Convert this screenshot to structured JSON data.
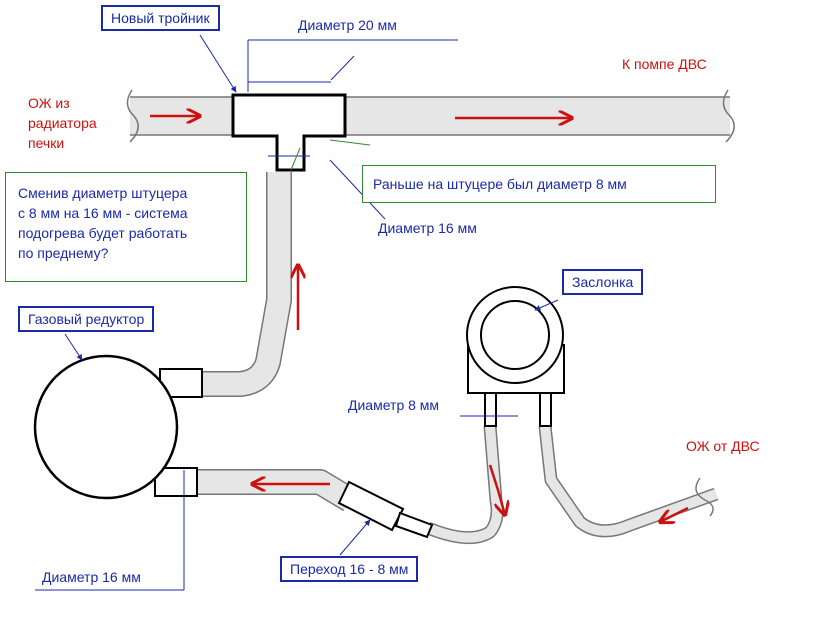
{
  "labels": {
    "new_tee": "Новый тройник",
    "diam_20": "Диаметр 20 мм",
    "to_pump": "К помпе ДВС",
    "coolant_from_heater": [
      "ОЖ из",
      "радиатора",
      "печки"
    ],
    "was_8mm": "Раньше на штуцере был диаметр 8 мм",
    "diam_16_top": "Диаметр 16 мм",
    "note": [
      "Сменив диаметр штуцера",
      "с 8 мм на 16 мм - система",
      "подогрева будет работать",
      "по преднему?"
    ],
    "gas_reducer": "Газовый редуктор",
    "damper": "Заслонка",
    "diam_8": "Диаметр 8 мм",
    "coolant_from_engine": "ОЖ от ДВС",
    "diam_16_bottom": "Диаметр 16 мм",
    "adapter": "Переход 16 - 8 мм"
  },
  "colors": {
    "label_blue": "#1a2aa8",
    "arrow_red": "#cc1111",
    "note_border_green": "#2e8b2e",
    "pipe_gray": "#e6e6e6",
    "pipe_outline": "#777777"
  }
}
